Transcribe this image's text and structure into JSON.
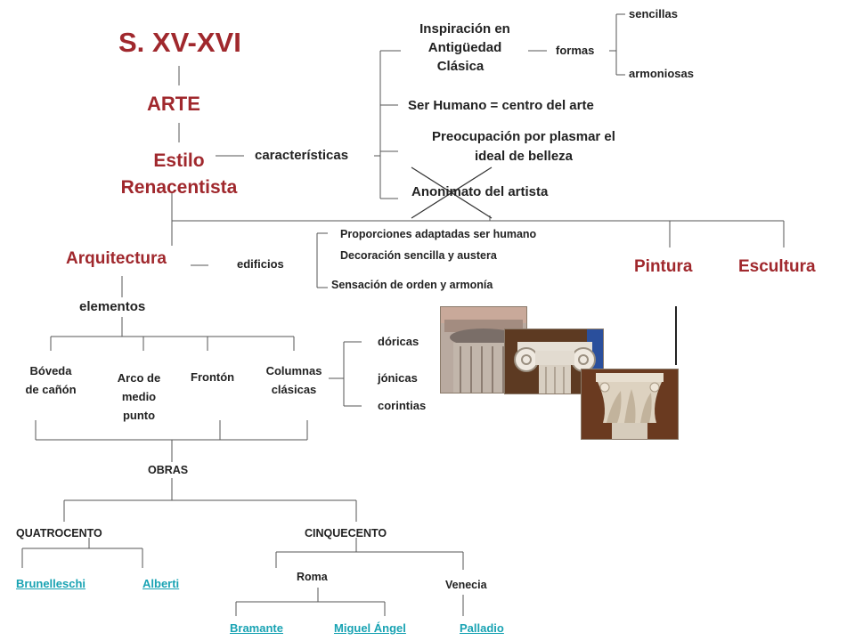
{
  "title": "S. XV-XVI",
  "arte": "ARTE",
  "estilo": [
    "Estilo",
    "Renacentista"
  ],
  "caracteristicas_label": "características",
  "characteristics": {
    "inspiracion": [
      "Inspiración en",
      "Antigüedad",
      "Clásica"
    ],
    "formas_label": "formas",
    "formas": [
      "sencillas",
      "armoniosas"
    ],
    "ser_humano": "Ser Humano = centro del arte",
    "preocupacion": [
      "Preocupación por plasmar el",
      "ideal de belleza"
    ],
    "anonimato": "Anonimato del artista"
  },
  "branches": {
    "arquitectura": "Arquitectura",
    "pintura": "Pintura",
    "escultura": "Escultura"
  },
  "edificios_label": "edificios",
  "edificios": [
    "Proporciones adaptadas ser humano",
    "Decoración sencilla y austera",
    "Sensación de orden y armonía"
  ],
  "elementos_label": "elementos",
  "elementos": {
    "boveda": [
      "Bóveda",
      "de cañón"
    ],
    "arco": [
      "Arco de",
      "medio",
      "punto"
    ],
    "fronton": "Frontón",
    "columnas": [
      "Columnas",
      "clásicas"
    ]
  },
  "ordenes": [
    "dóricas",
    "jónicas",
    "corintias"
  ],
  "obras_label": "OBRAS",
  "quatrocento": {
    "label": "QUATROCENTO",
    "links": [
      "Brunelleschi",
      "Alberti"
    ]
  },
  "cinquecento": {
    "label": "CINQUECENTO",
    "roma": "Roma",
    "venecia": "Venecia",
    "links": [
      "Bramante",
      "Miguel Ángel",
      "Palladio"
    ]
  },
  "colors": {
    "title_red": "#a0282d",
    "link": "#19a3b3",
    "line": "#555555",
    "cross": "#333333"
  }
}
